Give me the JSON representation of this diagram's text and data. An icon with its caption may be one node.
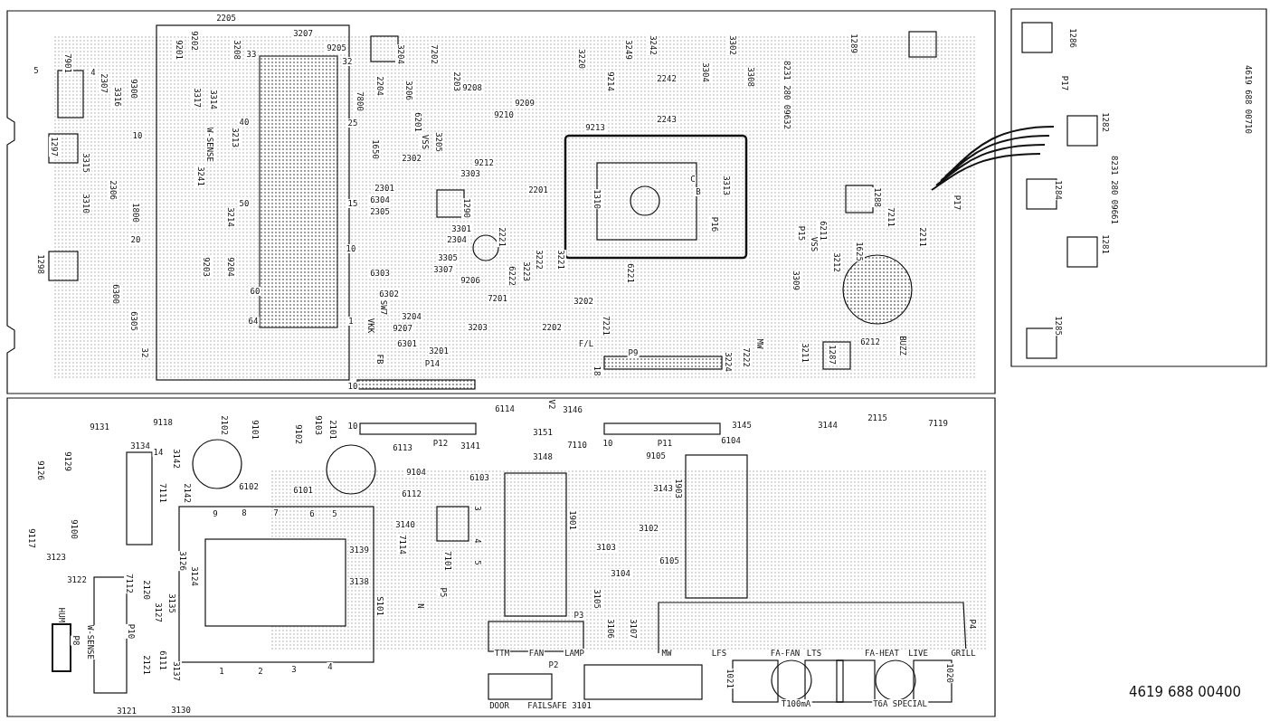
{
  "diagram": {
    "labels": [
      "2205",
      "3207",
      "9205",
      "9201",
      "9202",
      "3208",
      "33",
      "32",
      "7901",
      "5",
      "4",
      "2307",
      "3316",
      "9300",
      "3317",
      "3314",
      "40",
      "3213",
      "7800",
      "25",
      "10",
      "1297",
      "3315",
      "W-SENSE",
      "1650",
      "3241",
      "2306",
      "3310",
      "1800",
      "50",
      "3214",
      "15",
      "20",
      "10",
      "1298",
      "6300",
      "9203",
      "9204",
      "60",
      "6305",
      "64",
      "1",
      "32",
      "10",
      "3204",
      "2204",
      "7202",
      "2203",
      "9208",
      "3206",
      "6201",
      "VSS",
      "3205",
      "9212",
      "2302",
      "3303",
      "2301",
      "6304",
      "2305",
      "1290",
      "3301",
      "2304",
      "2221",
      "3305",
      "3307",
      "6303",
      "9206",
      "6302",
      "7201",
      "SW7",
      "3204",
      "3203",
      "VKK",
      "9207",
      "6301",
      "3201",
      "FB",
      "P14",
      "3220",
      "3249",
      "3242",
      "9214",
      "3304",
      "3302",
      "3308",
      "8231 280 09632",
      "2242",
      "9209",
      "9210",
      "2243",
      "9213",
      "1289",
      "1310",
      "C",
      "B",
      "3313",
      "P16",
      "2201",
      "6222",
      "3223",
      "3222",
      "3221",
      "3202",
      "2202",
      "7221",
      "F/L",
      "6221",
      "P9",
      "18",
      "3224",
      "7222",
      "MW",
      "P15",
      "VSS",
      "6211",
      "3212",
      "3309",
      "1288",
      "7211",
      "2211",
      "1625",
      "3211",
      "1287",
      "6212",
      "BUZZ",
      "P17",
      "1286",
      "P17",
      "1282",
      "1284",
      "8231 280 09661",
      "1281",
      "1285",
      "4619 688 00710",
      "9131",
      "9118",
      "3134",
      "14",
      "3142",
      "2102",
      "9101",
      "9102",
      "9103",
      "2101",
      "10",
      "P12",
      "9129",
      "9126",
      "9117",
      "9100",
      "6113",
      "3141",
      "9104",
      "6103",
      "7111",
      "2142",
      "6102",
      "6101",
      "6112",
      "9",
      "8",
      "7",
      "6",
      "5",
      "3140",
      "7114",
      "3123",
      "3139",
      "3122",
      "7112",
      "2120",
      "3126",
      "3124",
      "3138",
      "HUM",
      "3127",
      "3135",
      "S101",
      "P10",
      "W-SENSE",
      "P8",
      "2121",
      "6111",
      "3137",
      "1",
      "2",
      "3",
      "4",
      "3121",
      "3130",
      "7101",
      "P5",
      "N",
      "3",
      "4",
      "5",
      "6114",
      "V2",
      "3146",
      "3151",
      "7110",
      "10",
      "P11",
      "3145",
      "3144",
      "2115",
      "7119",
      "6104",
      "3148",
      "9105",
      "3143",
      "1903",
      "1901",
      "3102",
      "3103",
      "6105",
      "3104",
      "3105",
      "3106",
      "3107",
      "P3",
      "P4",
      "TTM",
      "FAN",
      "LAMP",
      "P2",
      "MW",
      "LFS",
      "FA-FAN",
      "LTS",
      "FA-HEAT",
      "LIVE",
      "GRILL",
      "1021",
      "1020",
      "DOOR",
      "FAILSAFE",
      "3101",
      "T100mA",
      "T6A SPECIAL",
      "4619 688 00400"
    ]
  }
}
